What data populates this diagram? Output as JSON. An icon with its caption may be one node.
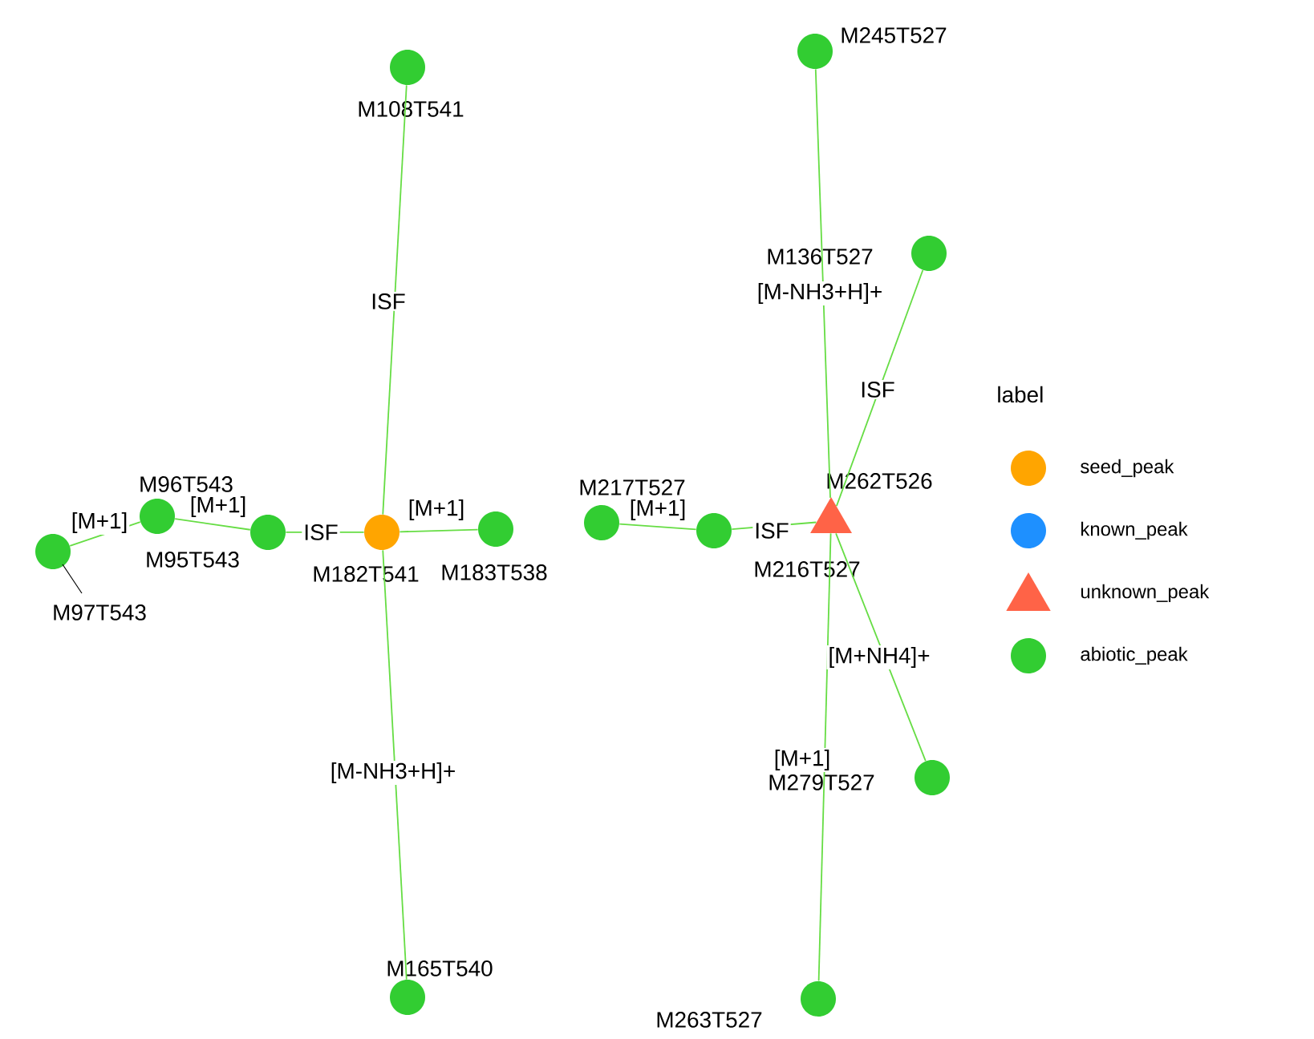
{
  "diagram": {
    "nodes": [
      {
        "text": [],
        "shape": "circle",
        "beside": [
          "M108T541"
        ]
      },
      {
        "text": [],
        "shape": "circle",
        "beside": [
          "M182T541"
        ]
      },
      {
        "text": [],
        "shape": "circle",
        "beside": [
          "M165T540"
        ]
      },
      {
        "text": [],
        "shape": "circle",
        "beside": [
          "M183T538"
        ]
      },
      {
        "text": [],
        "shape": "circle",
        "beside": [
          "M95T543"
        ]
      },
      {
        "text": [],
        "shape": "circle",
        "beside": [
          "M96T543"
        ]
      },
      {
        "text": [],
        "shape": "circle",
        "beside": [
          "M97T543"
        ]
      },
      {
        "text": [],
        "shape": "circle",
        "beside": [
          "M217T527"
        ]
      },
      {
        "text": [],
        "shape": "circle",
        "beside": [
          "M216T527"
        ]
      },
      {
        "text": [],
        "shape": "triangle",
        "beside": [
          "M262T526"
        ]
      },
      {
        "text": [],
        "shape": "circle",
        "beside": [
          "M245T527"
        ]
      },
      {
        "text": [],
        "shape": "circle",
        "beside": [
          "M136T527"
        ]
      },
      {
        "text": [],
        "shape": "circle",
        "beside": [
          "M279T527"
        ]
      },
      {
        "text": [],
        "shape": "circle",
        "beside": [
          "M263T527"
        ]
      }
    ],
    "edges": [
      {
        "from": 0,
        "to": 1,
        "arrow": "none",
        "label": "ISF"
      },
      {
        "from": 1,
        "to": 2,
        "arrow": "none",
        "label": "[M-NH3+H]+"
      },
      {
        "from": 1,
        "to": 3,
        "arrow": "none",
        "label": "[M+1]"
      },
      {
        "from": 1,
        "to": 4,
        "arrow": "none",
        "label": "ISF"
      },
      {
        "from": 4,
        "to": 5,
        "arrow": "none",
        "label": "[M+1]"
      },
      {
        "from": 5,
        "to": 6,
        "arrow": "none",
        "label": "[M+1]"
      },
      {
        "from": 7,
        "to": 8,
        "arrow": "none",
        "label": "[M+1]"
      },
      {
        "from": 8,
        "to": 9,
        "arrow": "none",
        "label": "ISF"
      },
      {
        "from": 9,
        "to": 10,
        "arrow": "none",
        "label": "[M-NH3+H]+"
      },
      {
        "from": 9,
        "to": 11,
        "arrow": "none",
        "label": "ISF"
      },
      {
        "from": 9,
        "to": 12,
        "arrow": "none",
        "label": "[M+NH4]+"
      },
      {
        "from": 9,
        "to": 13,
        "arrow": "none",
        "label": "[M+1]"
      }
    ],
    "labels": [
      "label"
    ],
    "legend": [
      {
        "text": "seed_peak",
        "color": "#ffa500"
      },
      {
        "text": "known_peak",
        "color": "#1e90ff"
      },
      {
        "text": "unknown_peak",
        "color": "#ff6347"
      },
      {
        "text": "abiotic_peak",
        "color": "#32cd32"
      }
    ]
  }
}
